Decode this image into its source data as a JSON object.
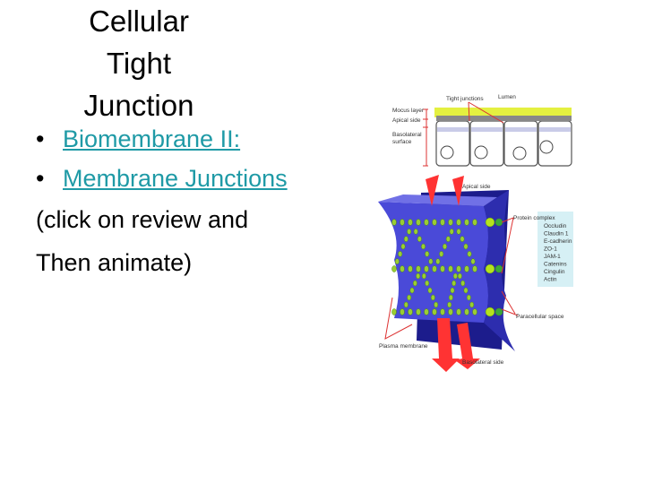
{
  "title_lines": [
    "Cellular",
    "Tight",
    "Junction"
  ],
  "bullets": [
    {
      "label": "Biomembrane II:",
      "link": true
    },
    {
      "label": "Membrane Junctions",
      "link": true
    }
  ],
  "body_lines": [
    "(click on review and",
    "Then animate)"
  ],
  "link_color": "#1f9aa6",
  "diagram": {
    "labels": {
      "tight_junctions": "Tight junctions",
      "lumen": "Lumen",
      "mucus": "Mocus layer",
      "apical": "Apical side",
      "basolateral_surface_1": "Basolateral",
      "basolateral_surface_2": "surface",
      "apical_side": "Apical side",
      "protein_complex": "Protein complex",
      "paracellular": "Paracellular space",
      "plasma": "Plasma membrane",
      "basolateral_side": "Basolateral side"
    },
    "proteins": [
      "Occludin",
      "Claudin 1",
      "E-cadherin",
      "ZO-1",
      "JAM-1",
      "Catenins",
      "Cingulin",
      "Actin"
    ]
  }
}
